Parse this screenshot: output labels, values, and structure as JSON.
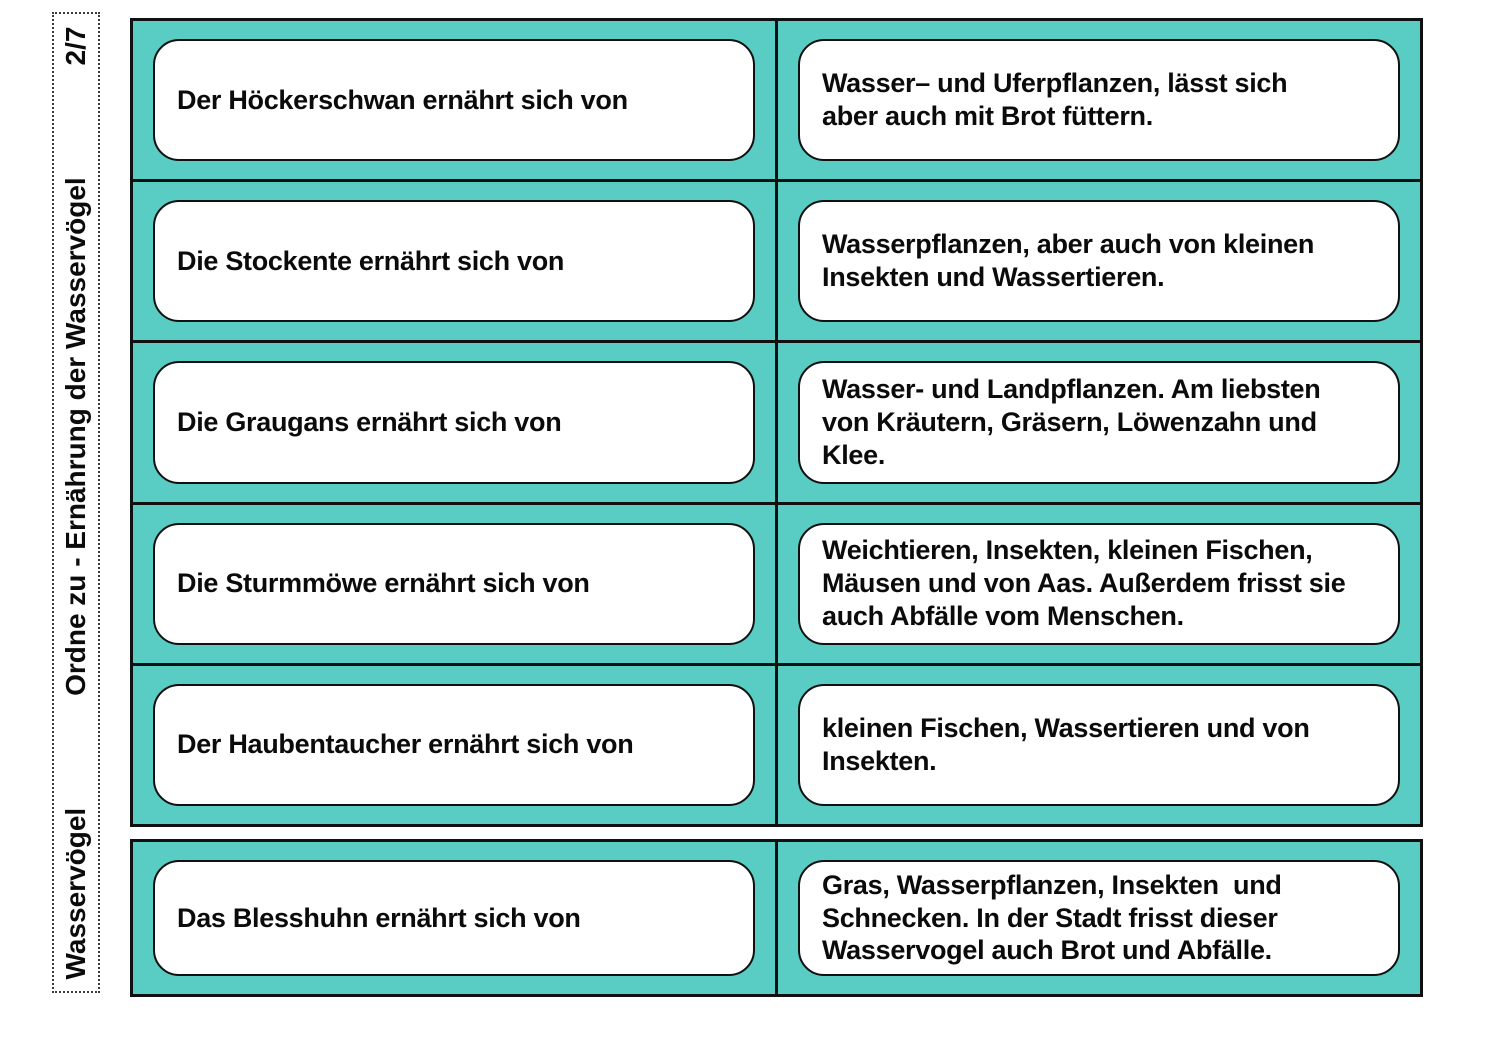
{
  "sidebar": {
    "page_number": "2/7",
    "title": "Ordne zu - Ernährung der Wasservögel",
    "category": "Wasservögel"
  },
  "pairs": [
    {
      "prompt": "Der Höckerschwan ernährt sich von",
      "answer": "Wasser– und Uferpflanzen, lässt sich\naber auch mit Brot füttern."
    },
    {
      "prompt": "Die Stockente ernährt sich von",
      "answer": "Wasserpflanzen, aber auch von kleinen\nInsekten und Wassertieren."
    },
    {
      "prompt": "Die Graugans ernährt sich von",
      "answer": "Wasser- und Landpflanzen. Am liebsten\nvon Kräutern, Gräsern, Löwenzahn und\nKlee."
    },
    {
      "prompt": "Die Sturmmöwe ernährt sich von",
      "answer": "Weichtieren, Insekten, kleinen Fischen,\nMäusen und von Aas. Außerdem frisst sie\nauch Abfälle vom Menschen."
    },
    {
      "prompt": "Der Haubentaucher ernährt sich von",
      "answer": "kleinen Fischen, Wassertieren und von\nInsekten."
    },
    {
      "prompt": "Das Blesshuhn ernährt sich von",
      "answer": "Gras, Wasserpflanzen, Insekten  und\nSchnecken. In der Stadt frisst dieser\nWasservogel auch Brot und Abfälle."
    }
  ],
  "colors": {
    "board_background": "#59ccc3",
    "line": "#101010",
    "card_background": "#ffffff",
    "text": "#0b0b0b",
    "page_background": "#ffffff"
  }
}
